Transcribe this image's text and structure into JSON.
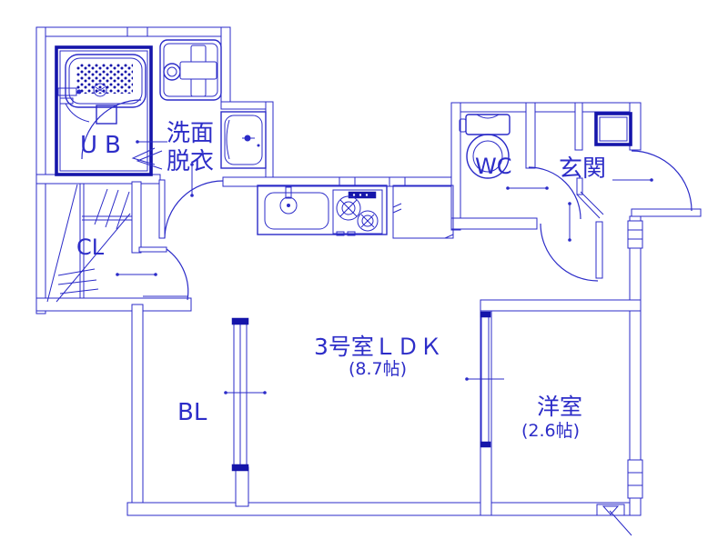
{
  "title": "apartment floor plan",
  "rooms": {
    "ub": {
      "label": "UB"
    },
    "washroom": {
      "label_line1": "洗面",
      "label_line2": "脱衣"
    },
    "cl": {
      "label": "CL"
    },
    "wc": {
      "label": "WC"
    },
    "genkan": {
      "label": "玄関"
    },
    "ldk": {
      "label": "3号室ＬＤＫ",
      "size": "(8.7帖)"
    },
    "western": {
      "label": "洋室",
      "size": "(2.6帖)"
    },
    "balcony": {
      "label": "BL"
    }
  },
  "fixtures": [
    "bathtub",
    "washing-machine-pan",
    "washbasin",
    "kitchen-sink",
    "gas-stove",
    "refrigerator-space",
    "toilet",
    "shoe-cabinet",
    "vent"
  ],
  "colors": {
    "line": "#2b2bc8",
    "wall": "#1515aa",
    "text": "#2d2dc8",
    "background": "#ffffff"
  }
}
